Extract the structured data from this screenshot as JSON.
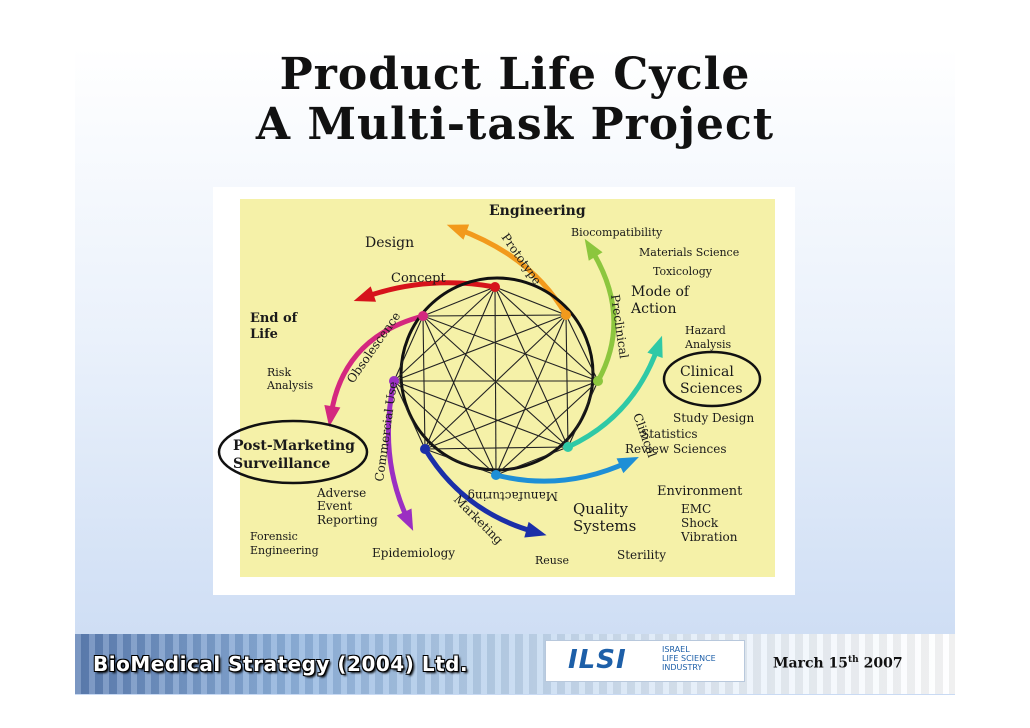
{
  "title": {
    "line1": "Product Life Cycle",
    "line2": "A Multi-task Project"
  },
  "diagram": {
    "arm_labels": {
      "concept": "Concept",
      "prototype": "Prototype",
      "preclinical": "Preclinical",
      "clinical": "Clinical",
      "manufacturing": "Manufacturing",
      "marketing": "Marketing",
      "commercial_use": "Commercial Use",
      "obsolescence": "Obsolescence"
    },
    "labels": {
      "engineering": "Engineering",
      "biocompatibility": "Biocompatibility",
      "materials_science": "Materials Science",
      "toxicology": "Toxicology",
      "mode_of": "Mode of",
      "action": "Action",
      "hazard": "Hazard",
      "analysis_hazard": "Analysis",
      "clinical_1": "Clinical",
      "clinical_2": "Sciences",
      "study_design": "Study Design",
      "statistics": "Statistics",
      "review_sciences": "Review Sciences",
      "environment": "Environment",
      "emc": "EMC",
      "shock": "Shock",
      "vibration": "Vibration",
      "quality_1": "Quality",
      "quality_2": "Systems",
      "sterility": "Sterility",
      "reuse": "Reuse",
      "epidemiology": "Epidemiology",
      "forensic_1": "Forensic",
      "forensic_2": "Engineering",
      "adverse_1": "Adverse",
      "adverse_2": "Event",
      "adverse_3": "Reporting",
      "pms_1": "Post-Marketing",
      "pms_2": "Surveillance",
      "risk_1": "Risk",
      "risk_2": "Analysis",
      "end_1": "End of",
      "end_2": "Life",
      "design": "Design"
    },
    "arm_colors": [
      "#d6131b",
      "#f29a1c",
      "#8cc63e",
      "#2fc9a6",
      "#1e8fd6",
      "#1b2fa8",
      "#9b2fc2",
      "#d4287f"
    ],
    "background_color": "#f5f1a8"
  },
  "footer": {
    "company": "BioMedical Strategy (2004) Ltd.",
    "logo_mark": "ILSI",
    "logo_line1": "ISRAEL",
    "logo_line2": "LIFE SCIENCE",
    "logo_line3": "INDUSTRY",
    "date_pre": "March 15",
    "date_sup": "th",
    "date_post": "  2007"
  }
}
